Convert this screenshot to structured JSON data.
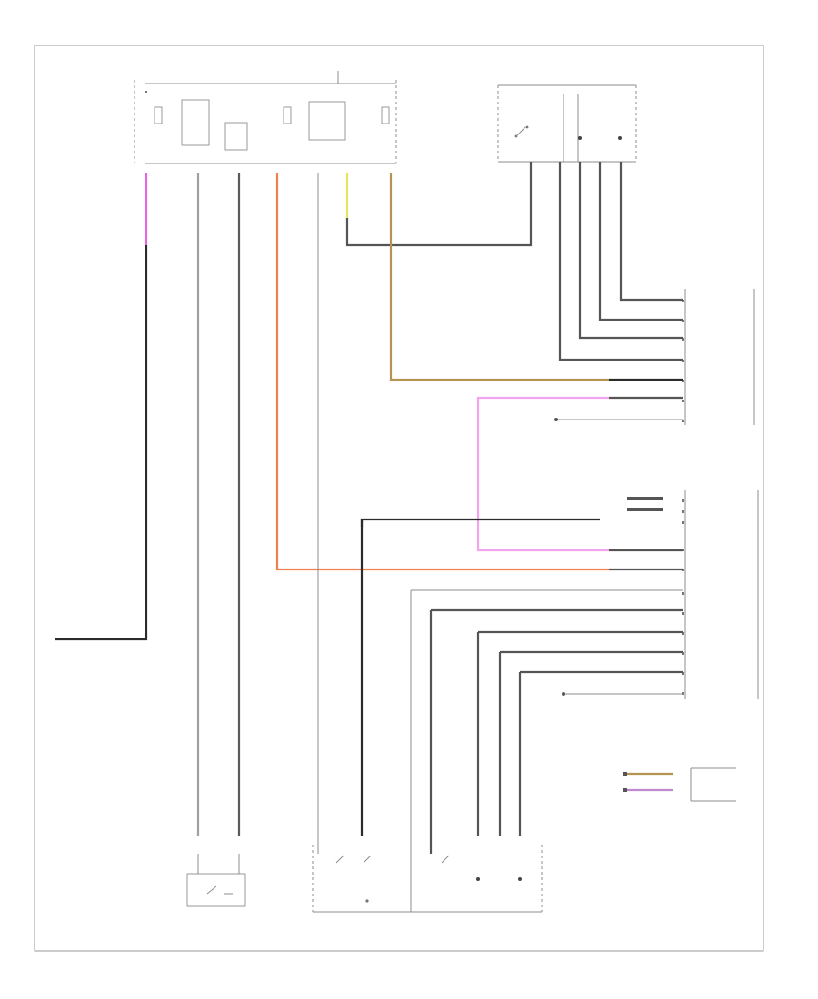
{
  "diagram": {
    "corner_label": "",
    "colors": {
      "black": "#2b2b2b",
      "gray": "#888888",
      "pink": "#e765e2",
      "pink_light": "#f3a4ee",
      "orange": "#f08050",
      "tan": "#b39450",
      "yellow": "#e8e460",
      "white_wire": "#c8c8c8"
    },
    "components": [
      {
        "id": "fuse_box_top",
        "name": ""
      },
      {
        "id": "fuse_relay",
        "name": ""
      },
      {
        "id": "front_seat_module",
        "name": ""
      },
      {
        "id": "passenger_seat_module",
        "name": ""
      },
      {
        "id": "passenger_seat_switch",
        "name": ""
      },
      {
        "id": "fuel_pump_relay",
        "name": ""
      },
      {
        "id": "ground_point",
        "name": ""
      }
    ]
  }
}
